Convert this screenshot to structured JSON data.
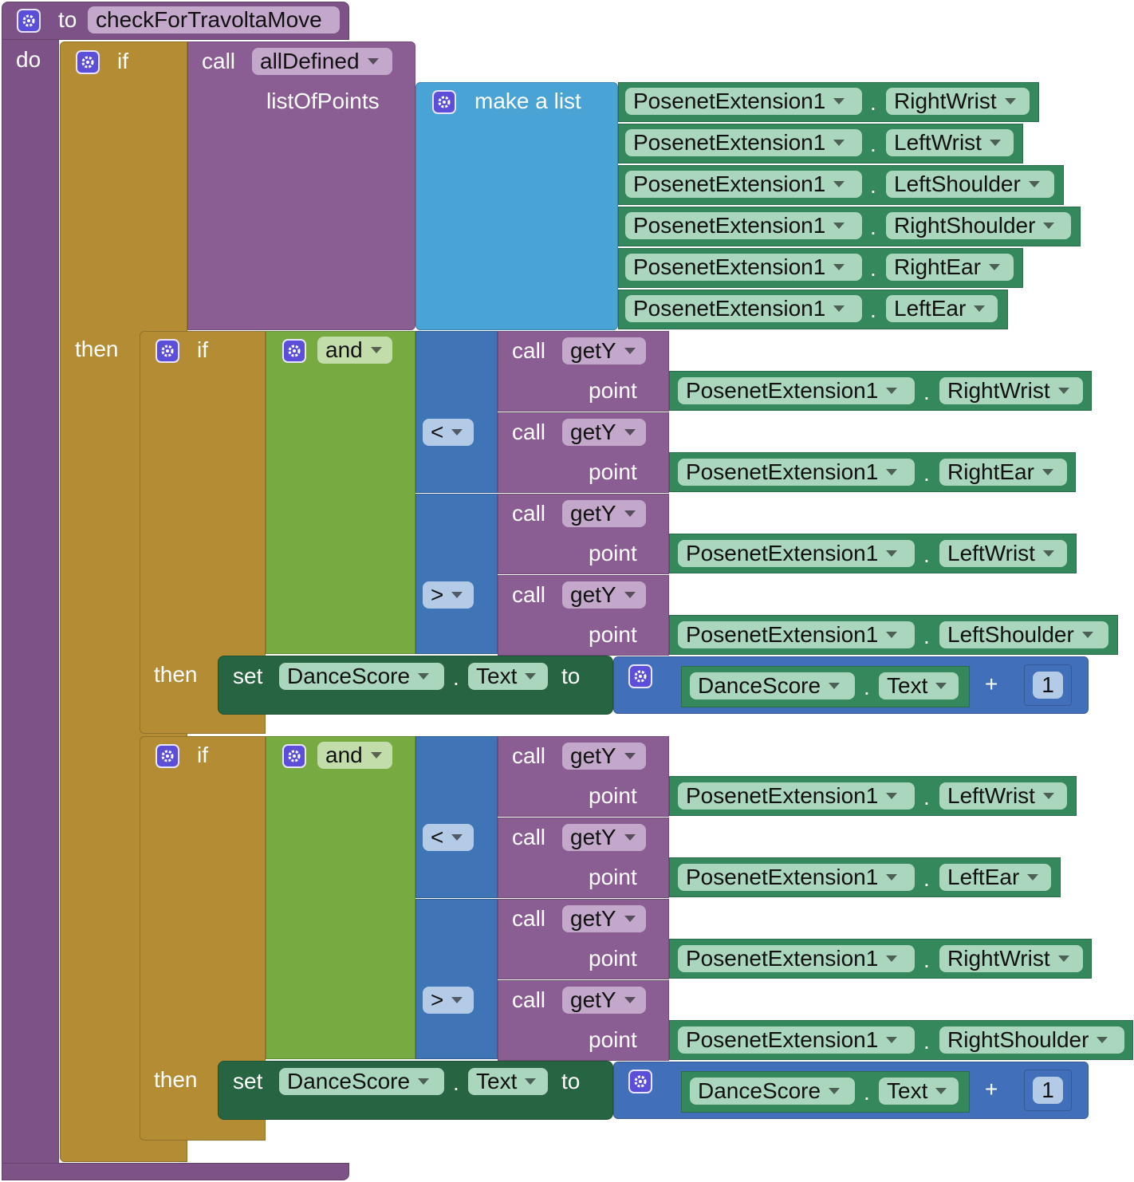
{
  "procedure": {
    "keyword": "to",
    "name": "checkForTravoltaMove",
    "do_label": "do"
  },
  "outer_if": {
    "if_label": "if",
    "then_label": "then"
  },
  "call_all_defined": {
    "call_label": "call",
    "func": "allDefined",
    "param": "listOfPoints"
  },
  "make_list": {
    "label": "make a list",
    "items": [
      {
        "component": "PosenetExtension1",
        "point": "RightWrist"
      },
      {
        "component": "PosenetExtension1",
        "point": "LeftWrist"
      },
      {
        "component": "PosenetExtension1",
        "point": "LeftShoulder"
      },
      {
        "component": "PosenetExtension1",
        "point": "RightShoulder"
      },
      {
        "component": "PosenetExtension1",
        "point": "RightEar"
      },
      {
        "component": "PosenetExtension1",
        "point": "LeftEar"
      }
    ]
  },
  "inner_ifs": [
    {
      "if_label": "if",
      "and_label": "and",
      "then_label": "then",
      "comparisons": [
        {
          "op": "<",
          "left": {
            "call": "call",
            "func": "getY",
            "param": "point",
            "component": "PosenetExtension1",
            "point": "RightWrist"
          },
          "right": {
            "call": "call",
            "func": "getY",
            "param": "point",
            "component": "PosenetExtension1",
            "point": "RightEar"
          }
        },
        {
          "op": ">",
          "left": {
            "call": "call",
            "func": "getY",
            "param": "point",
            "component": "PosenetExtension1",
            "point": "LeftWrist"
          },
          "right": {
            "call": "call",
            "func": "getY",
            "param": "point",
            "component": "PosenetExtension1",
            "point": "LeftShoulder"
          }
        }
      ],
      "set": {
        "set_label": "set",
        "component": "DanceScore",
        "property": "Text",
        "to_label": "to",
        "add_component": "DanceScore",
        "add_property": "Text",
        "plus": "+",
        "number": "1"
      }
    },
    {
      "if_label": "if",
      "and_label": "and",
      "then_label": "then",
      "comparisons": [
        {
          "op": "<",
          "left": {
            "call": "call",
            "func": "getY",
            "param": "point",
            "component": "PosenetExtension1",
            "point": "LeftWrist"
          },
          "right": {
            "call": "call",
            "func": "getY",
            "param": "point",
            "component": "PosenetExtension1",
            "point": "LeftEar"
          }
        },
        {
          "op": ">",
          "left": {
            "call": "call",
            "func": "getY",
            "param": "point",
            "component": "PosenetExtension1",
            "point": "RightWrist"
          },
          "right": {
            "call": "call",
            "func": "getY",
            "param": "point",
            "component": "PosenetExtension1",
            "point": "RightShoulder"
          }
        }
      ],
      "set": {
        "set_label": "set",
        "component": "DanceScore",
        "property": "Text",
        "to_label": "to",
        "add_component": "DanceScore",
        "add_property": "Text",
        "plus": "+",
        "number": "1"
      }
    }
  ],
  "colors": {
    "procedure": "#7d5286",
    "control": "#b38c34",
    "logic": "#77ab41",
    "math": "#3f74b6",
    "list": "#4aa3d5",
    "component": "#3d9a6a",
    "setter": "#276442"
  }
}
